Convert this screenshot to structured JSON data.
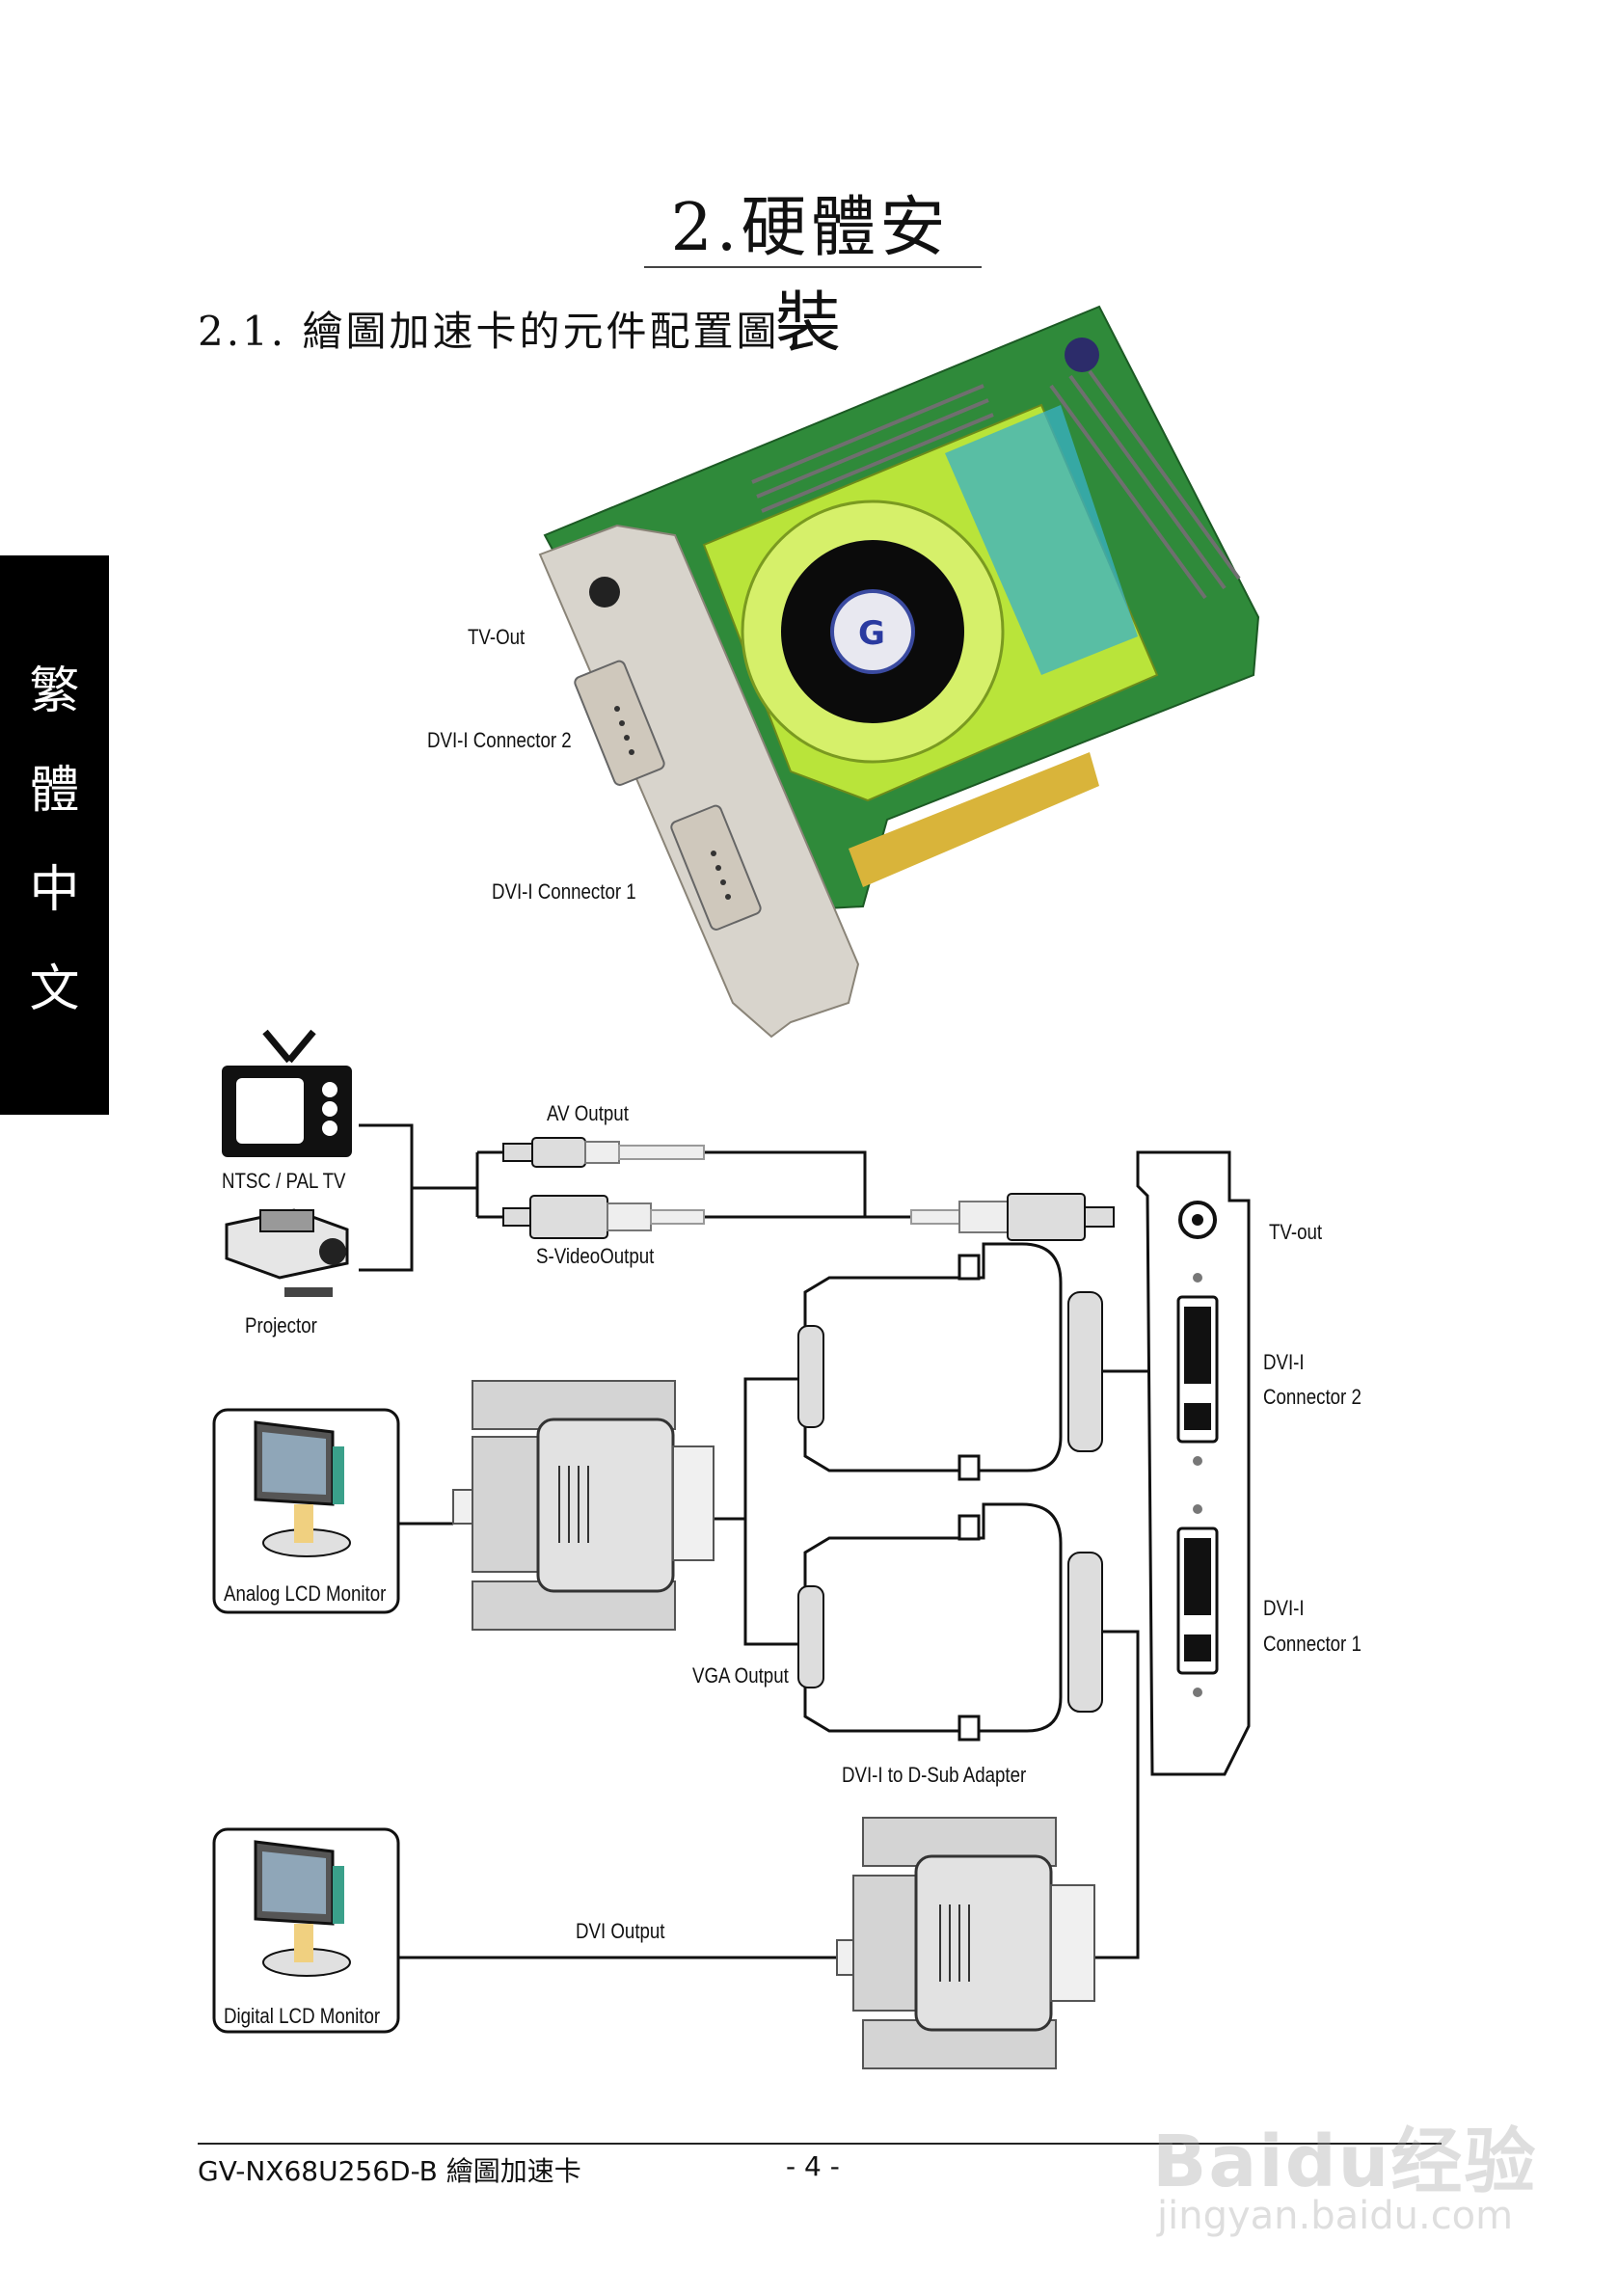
{
  "page": {
    "title": "2.硬體安裝",
    "subtitle": "2.1. 繪圖加速卡的元件配置圖",
    "side_tab": [
      "繁",
      "體",
      "中",
      "文"
    ]
  },
  "card_photo": {
    "tv_out": "TV-Out",
    "dvi_2": "DVI-I Connector 2",
    "dvi_1": "DVI-I Connector 1"
  },
  "diagram": {
    "ntsc_pal_tv": "NTSC / PAL TV",
    "projector": "Projector",
    "av_output": "AV Output",
    "svideo_output": "S-VideoOutput",
    "bracket_tv_out": "TV-out",
    "bracket_dvi_2": [
      "DVI-I",
      "Connector 2"
    ],
    "bracket_dvi_1": [
      "DVI-I",
      "Connector 1"
    ],
    "analog_lcd": "Analog LCD Monitor",
    "vga_output": "VGA Output",
    "dvi_dsub_adapter": "DVI-I to D-Sub Adapter",
    "dvi_output": "DVI Output",
    "digital_lcd": "Digital LCD Monitor"
  },
  "footer": {
    "model": "GV-NX68U256D-B 繪圖加速卡",
    "page": "- 4 -"
  },
  "watermark": {
    "logo": "Baidu经验",
    "url": "jingyan.baidu.com"
  }
}
